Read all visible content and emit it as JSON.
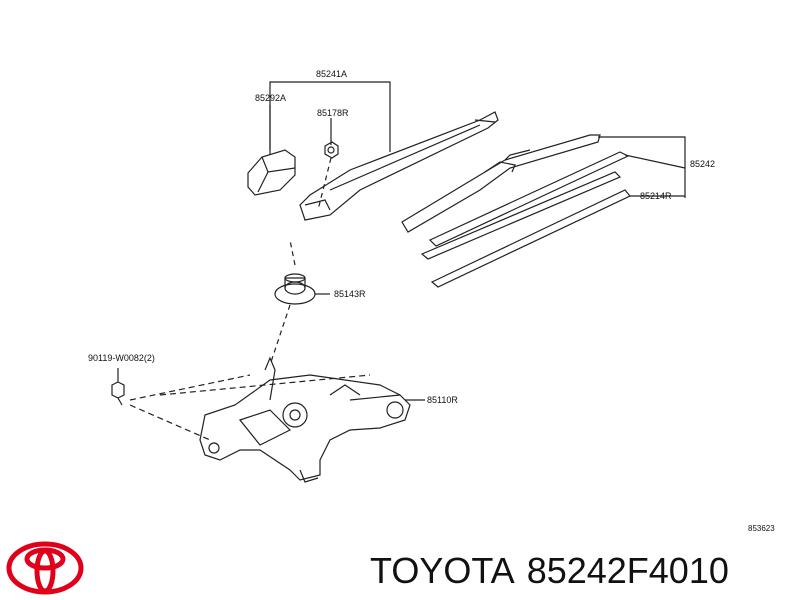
{
  "parts": {
    "arm": "85241A",
    "cap": "85292A",
    "nut": "85178R",
    "blade": "85242",
    "rubber": "85214R",
    "grommet": "85143R",
    "bolt": "90119-W0082(2)",
    "motor": "85110R"
  },
  "diagram_ref": "853623",
  "brand": {
    "name": "TOYOTA",
    "part_number": "85242F4010"
  },
  "colors": {
    "line": "#222222",
    "fill": "#ffffff"
  }
}
